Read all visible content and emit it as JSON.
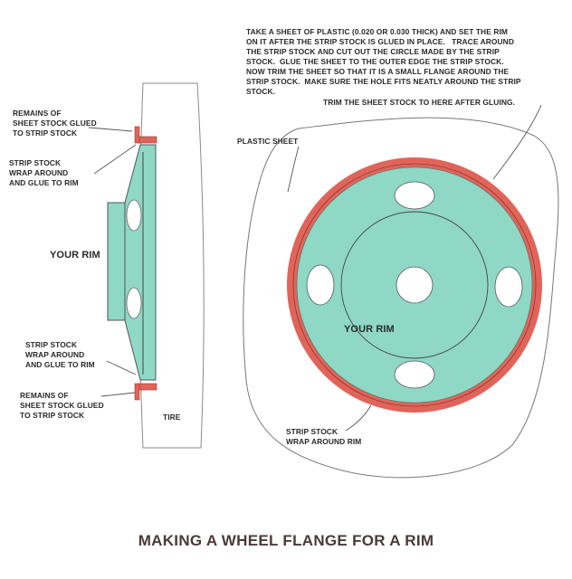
{
  "title": "MAKING A WHEEL FLANGE FOR A RIM",
  "instructions": "TAKE A SHEET OF PLASTIC (0.020 OR 0.030 THICK) AND SET THE RIM\nON IT AFTER THE STRIP STOCK IS GLUED IN PLACE.   TRACE AROUND\nTHE STRIP STOCK AND CUT OUT THE CIRCLE MADE BY THE STRIP\nSTOCK.  GLUE THE SHEET TO THE OUTER EDGE THE STRIP STOCK.\nNOW TRIM THE SHEET SO THAT IT IS A SMALL FLANGE AROUND THE\nSTRIP STOCK.  MAKE SURE THE HOLE FITS NEATLY AROUND THE STRIP\nSTOCK.",
  "side_view": {
    "remains_top": "REMAINS OF\nSHEET STOCK GLUED\nTO STRIP STOCK",
    "strip_top": "STRIP STOCK\nWRAP AROUND\nAND GLUE TO RIM",
    "your_rim": "YOUR RIM",
    "strip_bottom": "STRIP STOCK\nWRAP AROUND\nAND GLUE TO RIM",
    "remains_bottom": "REMAINS OF\nSHEET STOCK GLUED\nTO STRIP STOCK",
    "tire": "TIRE"
  },
  "front_view": {
    "trim_label": "TRIM THE SHEET STOCK TO HERE AFTER GLUING.",
    "plastic_sheet": "PLASTIC SHEET",
    "your_rim": "YOUR RIM",
    "strip_stock": "STRIP STOCK\nWRAP AROUND RIM"
  },
  "colors": {
    "rim_fill": "#8fd8c6",
    "strip_stock": "#e0645a",
    "line": "#555555"
  }
}
